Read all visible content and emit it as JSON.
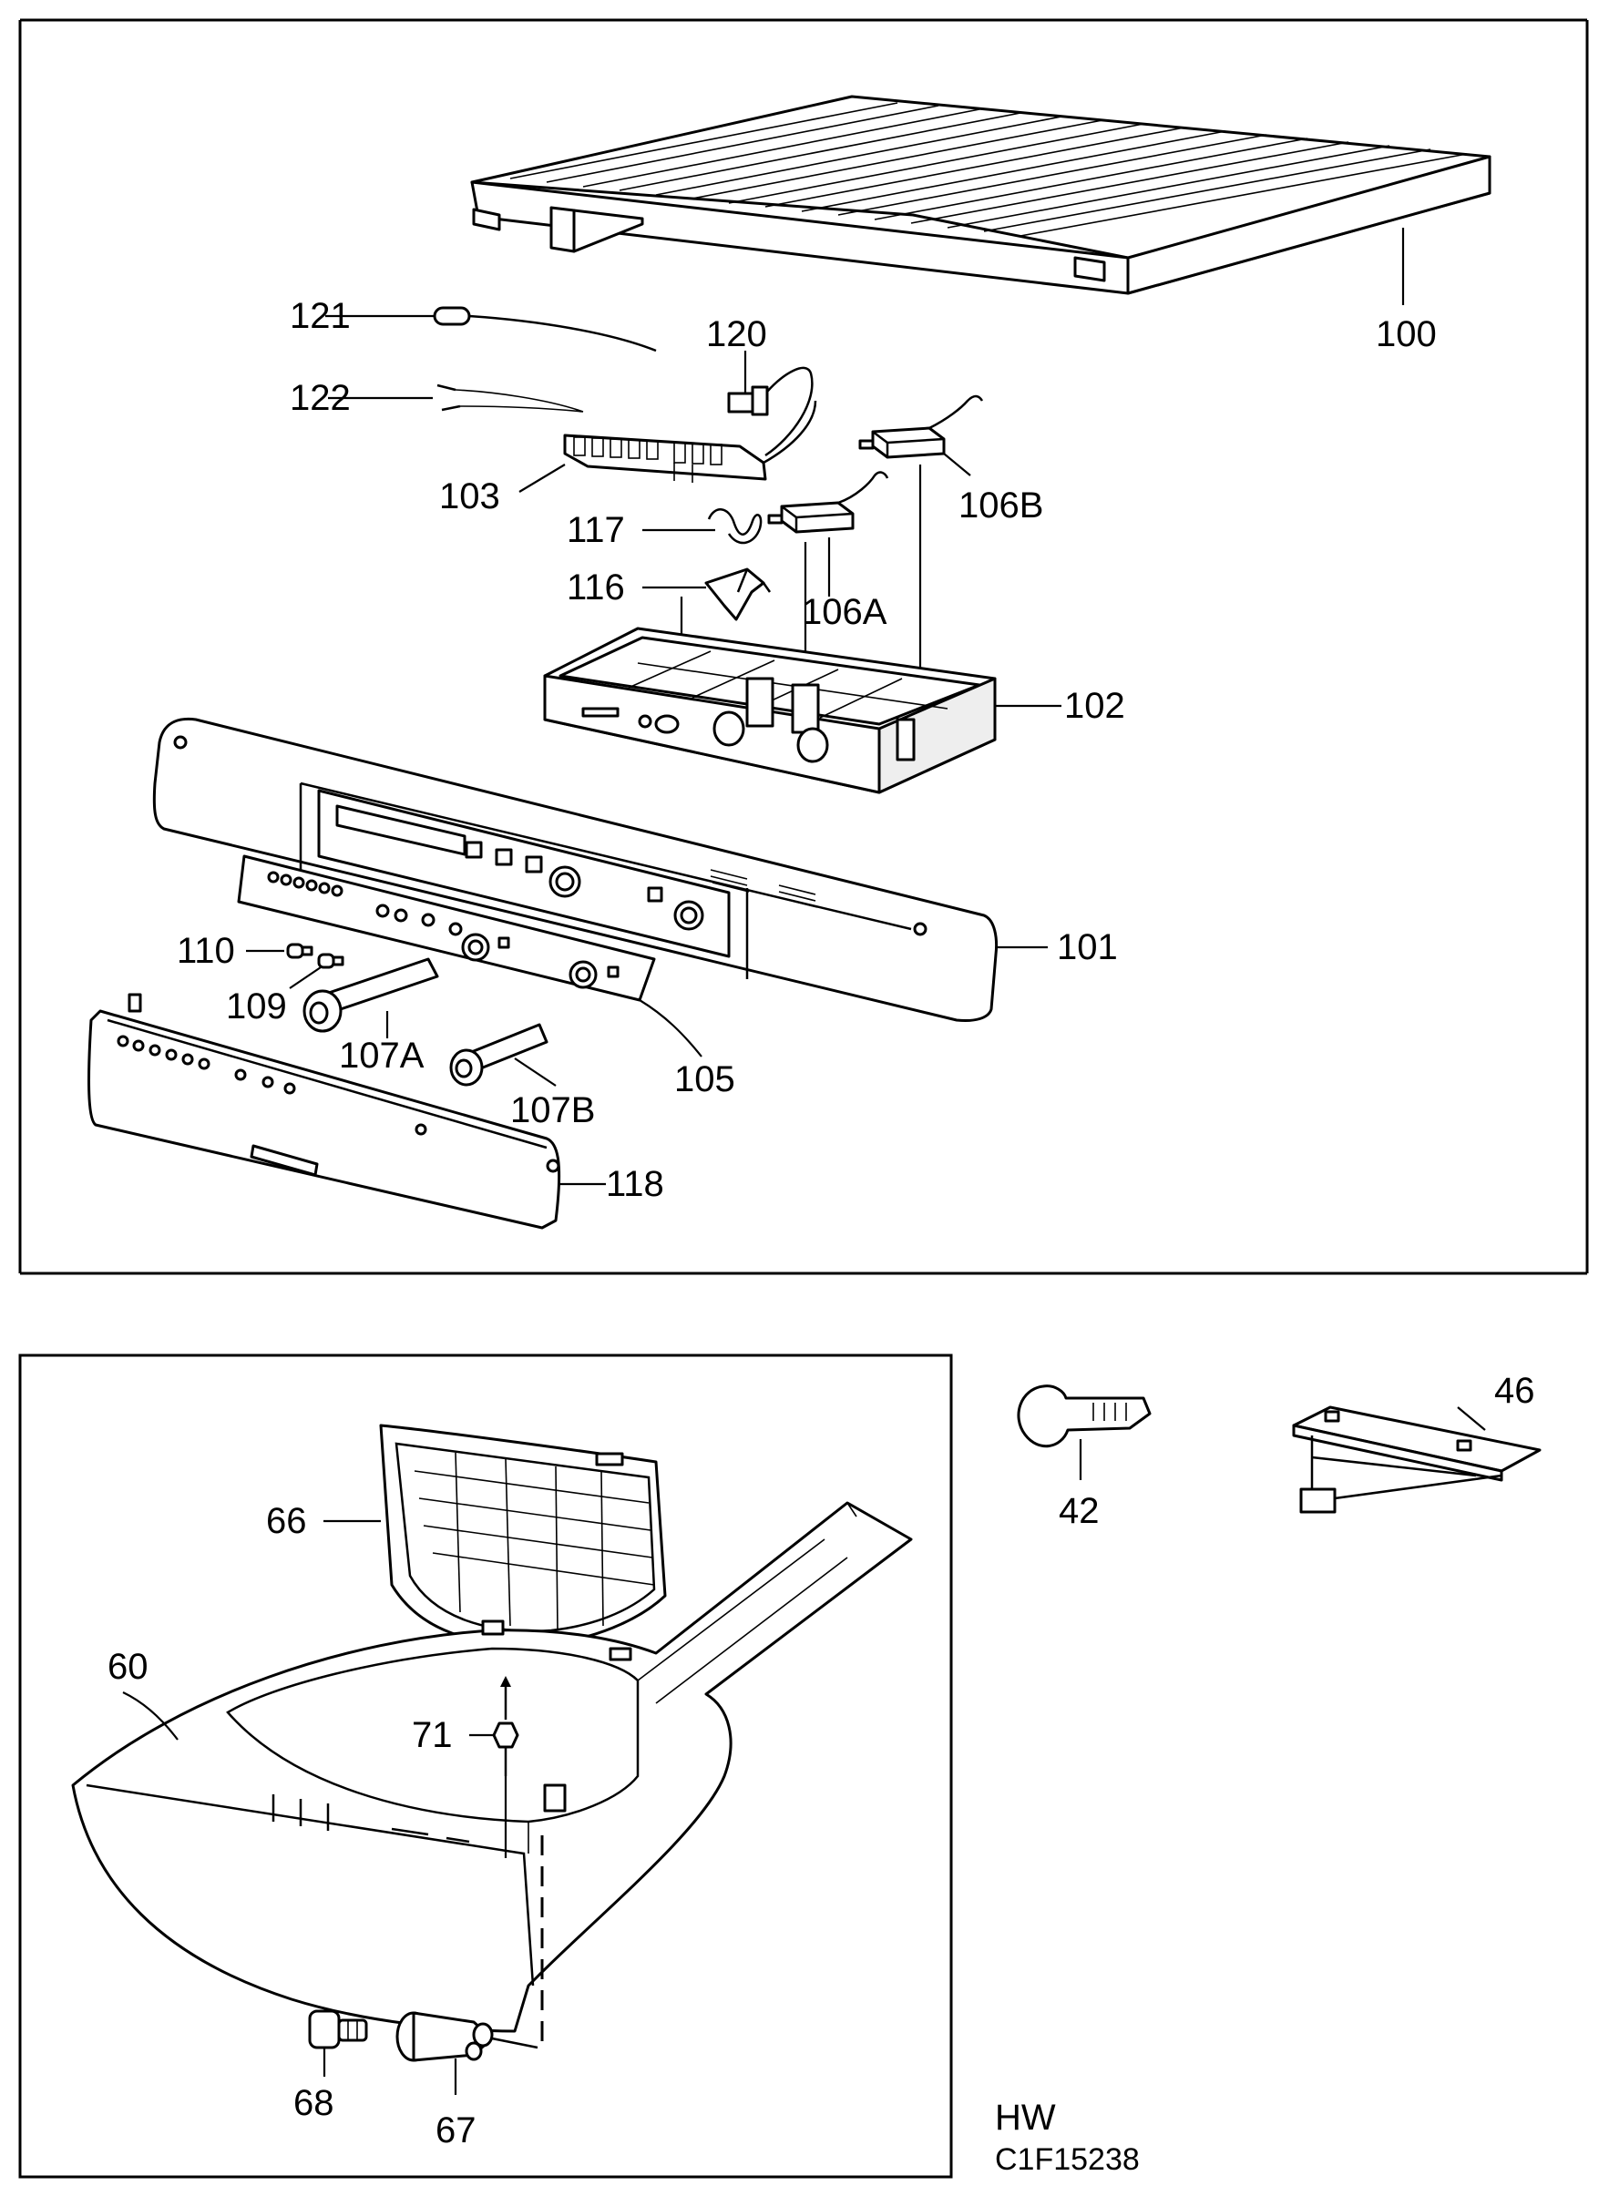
{
  "callouts": {
    "c100": "100",
    "c121": "121",
    "c120": "120",
    "c122": "122",
    "c103": "103",
    "c106b": "106B",
    "c117": "117",
    "c116": "116",
    "c106a": "106A",
    "c102": "102",
    "c101": "101",
    "c110": "110",
    "c109": "109",
    "c107a": "107A",
    "c107b": "107B",
    "c105": "105",
    "c118": "118",
    "c42": "42",
    "c46": "46",
    "c66": "66",
    "c60": "60",
    "c71": "71",
    "c68": "68",
    "c67": "67"
  },
  "footer": {
    "line1": "HW",
    "line2": "C1F15238"
  }
}
